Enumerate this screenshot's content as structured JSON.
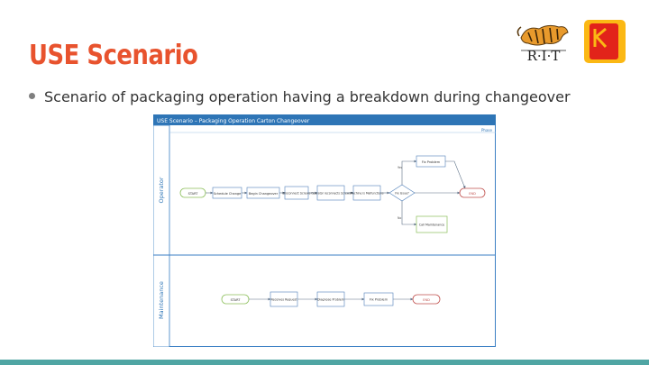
{
  "slide": {
    "title": "USE Scenario",
    "bullet": "Scenario of packaging operation having a breakdown during changeover"
  },
  "logos": {
    "rit_text": "R·I·T",
    "kodak_text": "KODAK"
  },
  "diagram": {
    "header_title": "USE Scenario – Packaging Operation Carton Changeover",
    "header_right": "Phase",
    "lanes": [
      "Operator",
      "Maintenance"
    ],
    "operator_nodes": {
      "start": "START",
      "n1": "Schedule Change",
      "n2": "Begin Changeover",
      "n3": "Disconnect Screws",
      "n4": "Operator reconnects Screws",
      "n5": "Machine is Malfunctions",
      "decision": "Fix Issue?",
      "fix": "Fix Problem",
      "end": "END",
      "call": "Call Maintenance",
      "yes": "Yes",
      "no": "No"
    },
    "maintenance_nodes": {
      "start": "START",
      "n1": "Receives Request",
      "n2": "Diagnose Problem",
      "n3": "Fix Problem",
      "end": "END"
    },
    "colors": {
      "header": "#2e75b6",
      "lane_border": "#3b7fc4",
      "start_stroke": "#8cbf5a",
      "end_stroke": "#c0504d",
      "node_stroke": "#4f7fb8"
    }
  }
}
